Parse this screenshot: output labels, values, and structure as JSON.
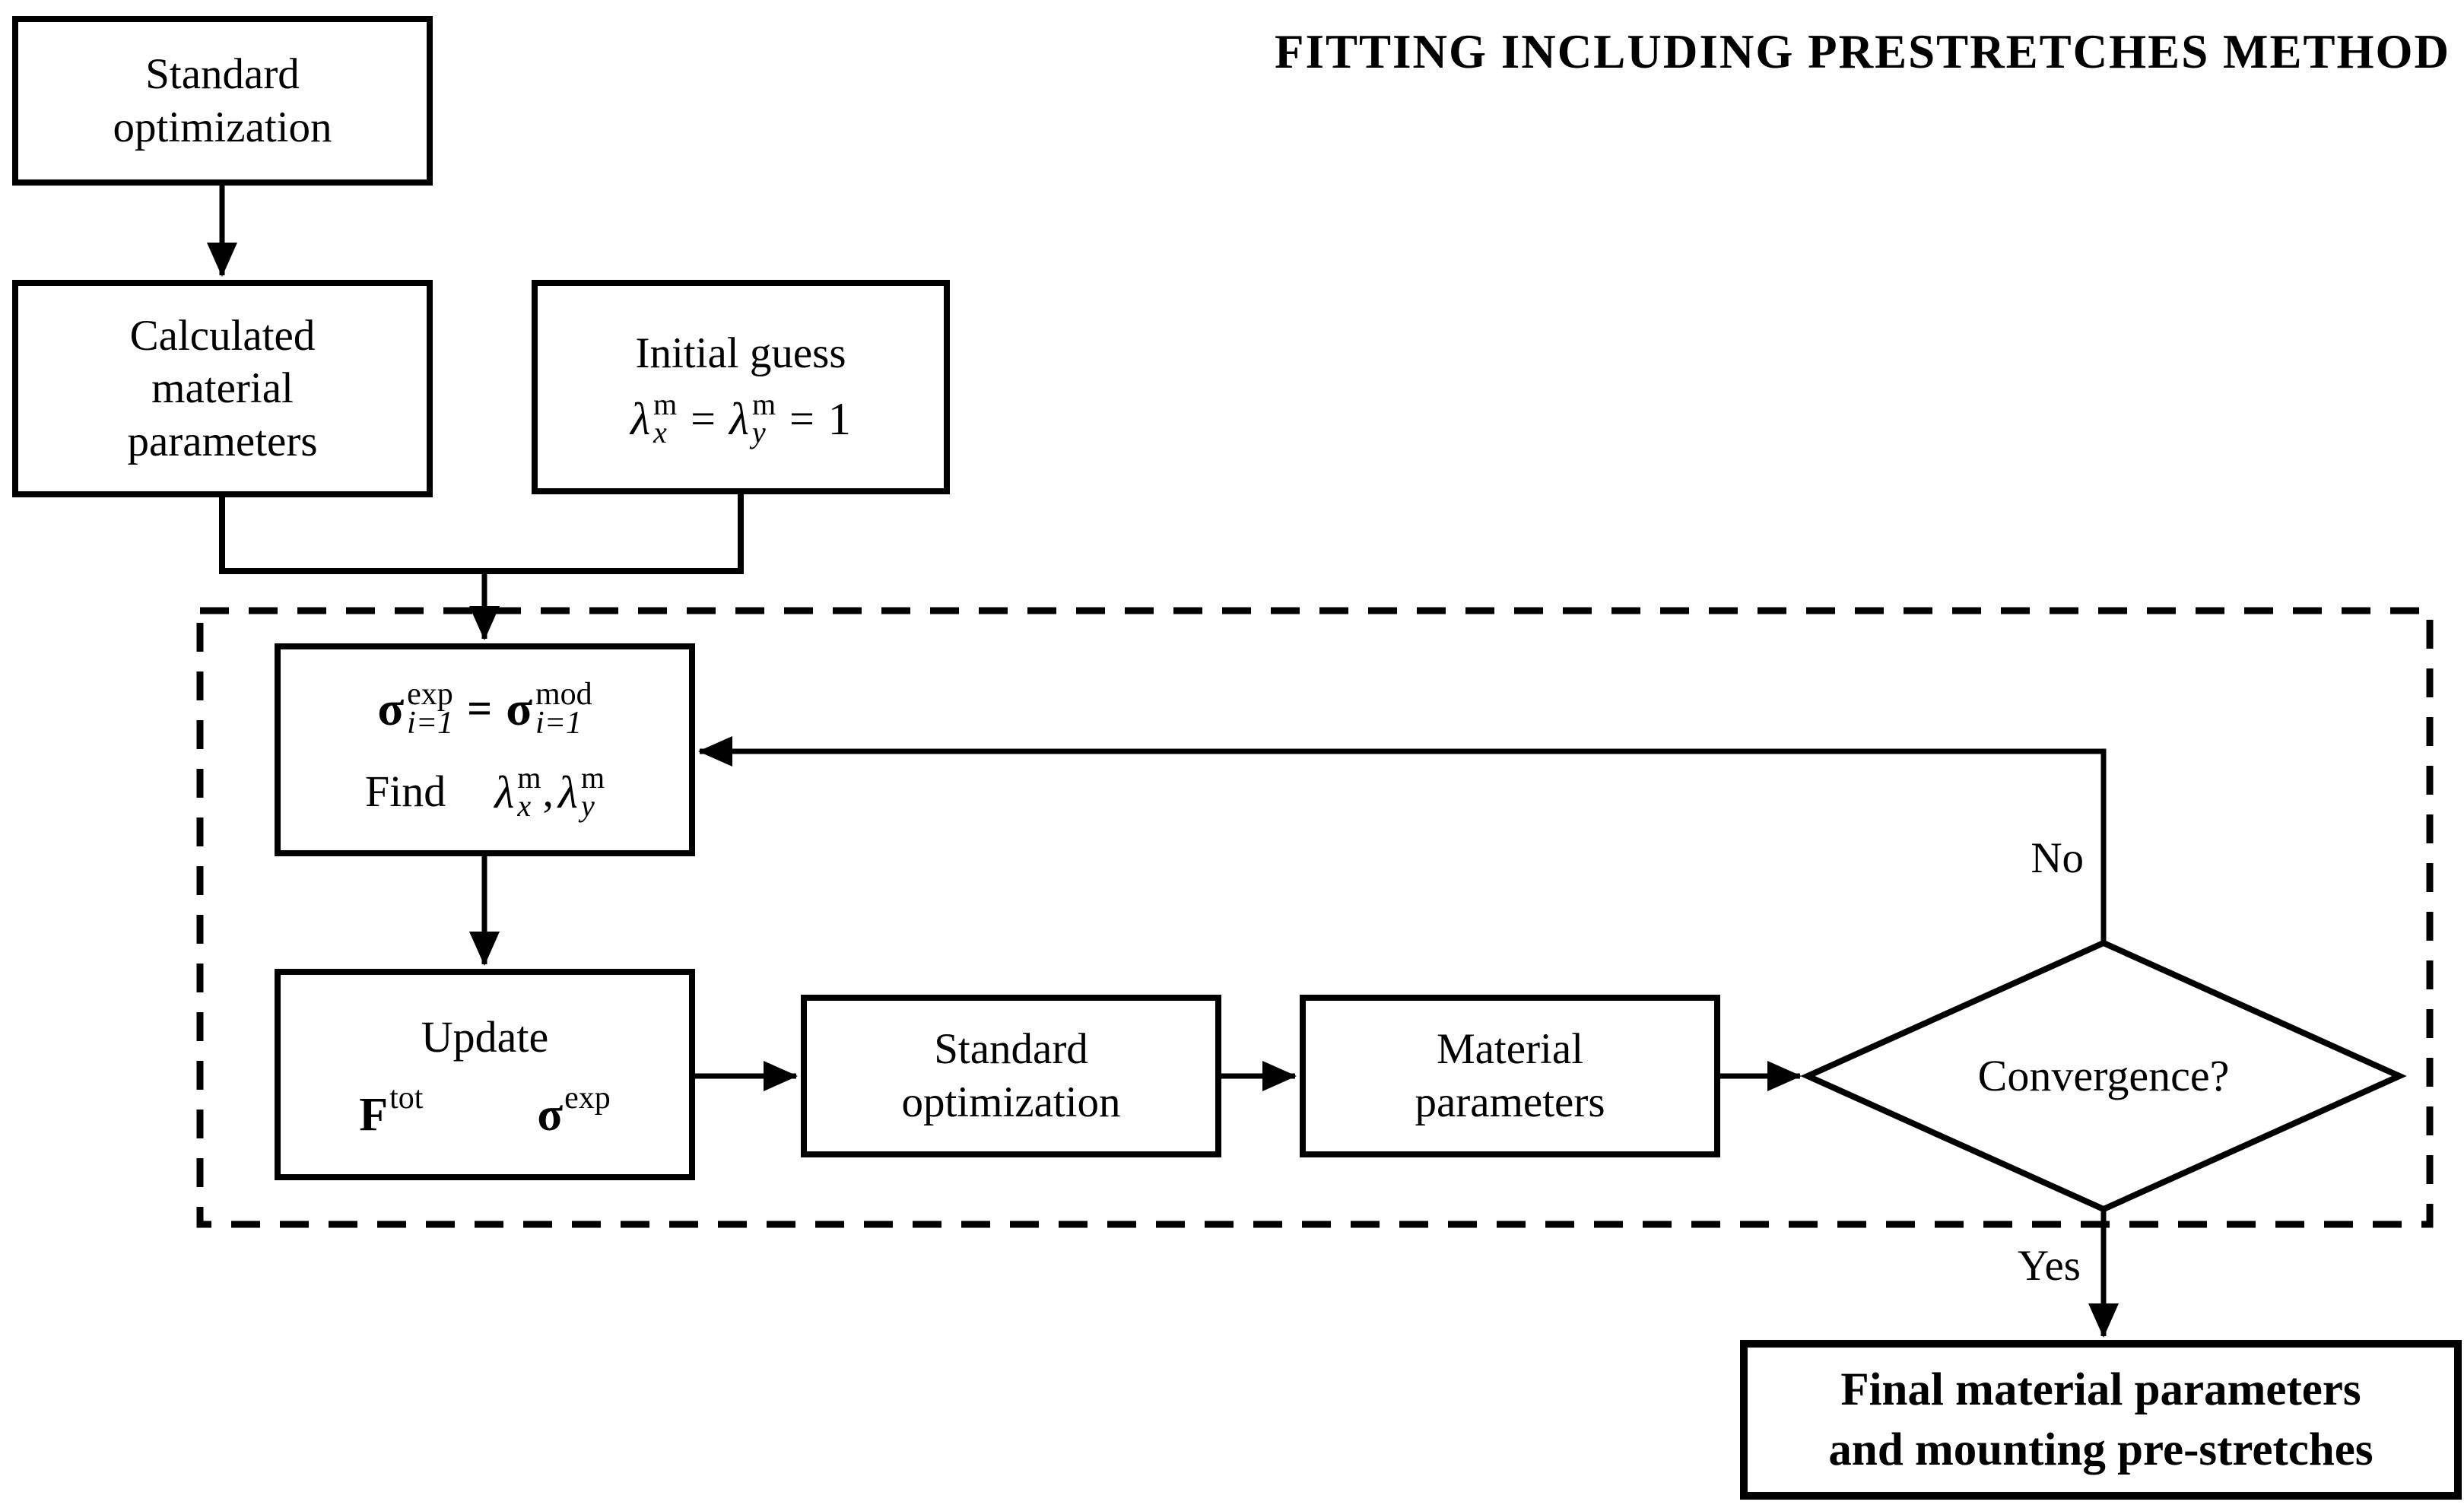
{
  "title": "FITTING INCLUDING PRESTRETCHES METHOD",
  "labels": {
    "no": "No",
    "yes": "Yes"
  },
  "colors": {
    "line": "#000000",
    "background": "#ffffff"
  },
  "math": {
    "lambda": "λ",
    "m": "m",
    "x": "x",
    "y": "y",
    "equals": "=",
    "one": "1",
    "sigma": "σ",
    "exp": "exp",
    "mod": "mod",
    "i1": "i=1",
    "f": "F",
    "tot": "tot",
    "comma": ","
  },
  "boxes": {
    "standard_opt_top": {
      "lines": [
        "Standard",
        "optimization"
      ]
    },
    "calculated_params": {
      "lines": [
        "Calculated",
        "material",
        "parameters"
      ]
    },
    "initial_guess": {
      "label": "Initial guess"
    },
    "sigma_match": {
      "find_label": "Find"
    },
    "update": {
      "label": "Update"
    },
    "standard_opt_loop": {
      "lines": [
        "Standard",
        "optimization"
      ]
    },
    "material_params": {
      "lines": [
        "Material",
        "parameters"
      ]
    },
    "convergence": {
      "label": "Convergence?"
    },
    "final": {
      "lines": [
        "Final material parameters",
        "and mounting pre-stretches"
      ]
    }
  }
}
